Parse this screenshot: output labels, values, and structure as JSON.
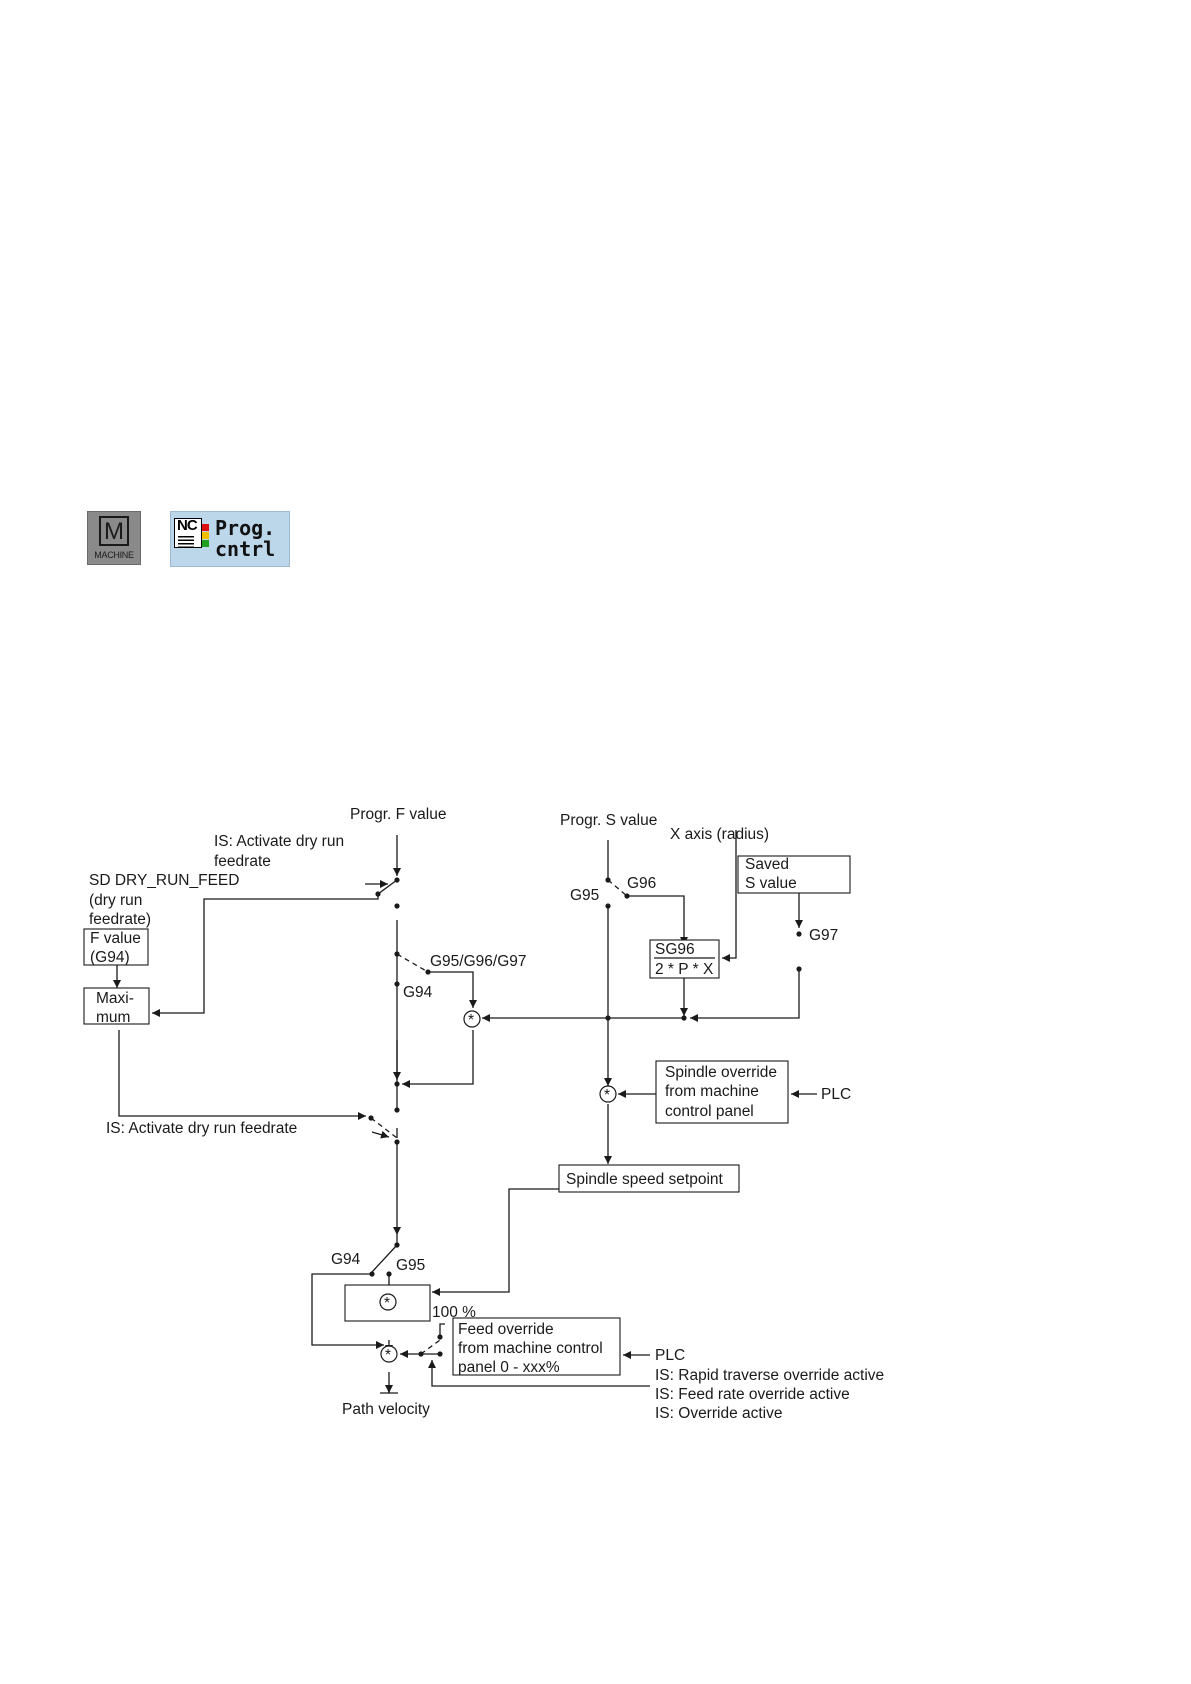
{
  "softkeys": {
    "machine": {
      "letter": "M",
      "label": "MACHINE"
    },
    "prog_cntrl": {
      "nc_text": "NC",
      "label": "Prog.\ncntrl"
    }
  },
  "diagram": {
    "progr_f_value": "Progr. F value",
    "is_dry_run_top_1": "IS: Activate dry run",
    "is_dry_run_top_2": "feedrate",
    "sd_dry_run_1": "SD DRY_RUN_FEED",
    "sd_dry_run_2": "(dry run",
    "sd_dry_run_3": "feedrate)",
    "f_value_1": "F value",
    "f_value_2": "(G94)",
    "maximum_1": "Maxi-",
    "maximum_2": "mum",
    "g95_g96_g97": "G95/G96/G97",
    "g94_upper": "G94",
    "is_dry_run_lower": "IS: Activate dry run feedrate",
    "progr_s_value": "Progr. S value",
    "x_axis_radius": "X axis (radius)",
    "saved_s_1": "Saved",
    "saved_s_2": "S value",
    "g95_s": "G95",
    "g96_s": "G96",
    "g97_s": "G97",
    "sg96_1": "SG96",
    "sg96_2": "2 * P * X",
    "spindle_override_1": "Spindle override",
    "spindle_override_2": "from machine",
    "spindle_override_3": "control panel",
    "plc_upper": "PLC",
    "spindle_speed_setpoint": "Spindle speed setpoint",
    "g94_lower": "G94",
    "g95_lower": "G95",
    "percent_100": "100 %",
    "feed_override_1": "Feed override",
    "feed_override_2": "from machine control",
    "feed_override_3": "panel 0 - xxx%",
    "plc_lower": "PLC",
    "is_rapid": "IS: Rapid traverse override active",
    "is_feed_rate": "IS: Feed rate override active",
    "is_override": "IS: Override active",
    "path_velocity": "Path velocity",
    "mult_symbol": "*"
  }
}
